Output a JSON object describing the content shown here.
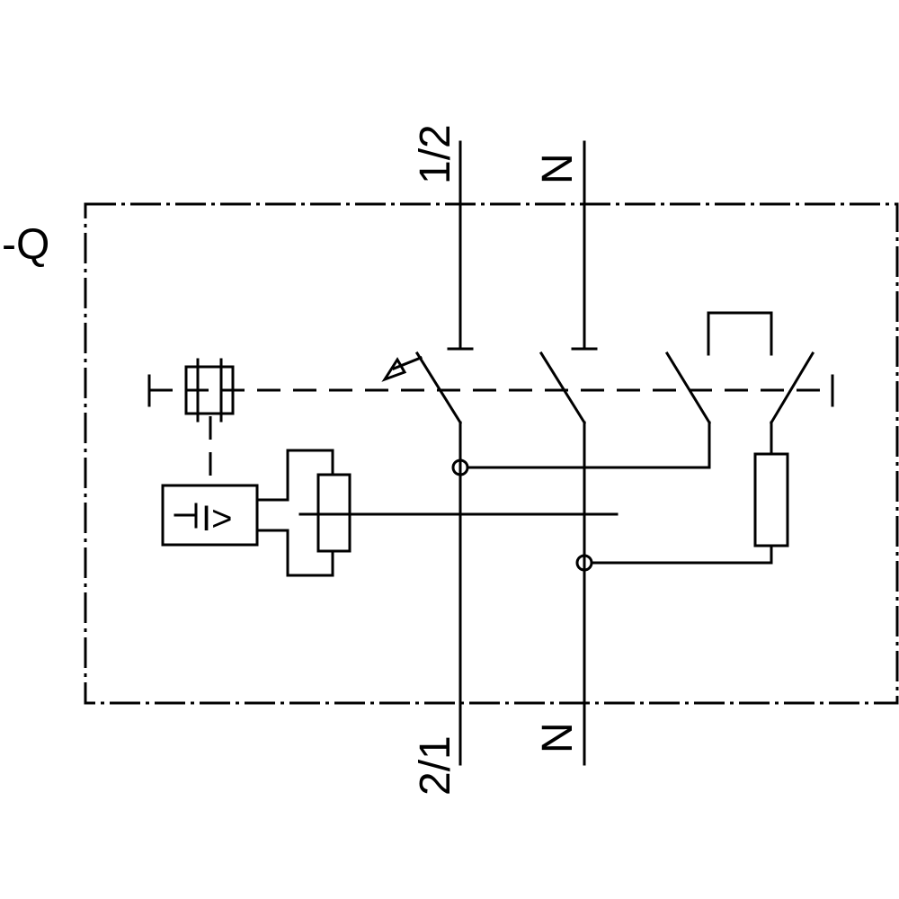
{
  "device": {
    "designation": "-Q"
  },
  "terminals": {
    "phase_in": "1/2",
    "neutral_in": "N",
    "phase_out": "2/1",
    "neutral_out": "N"
  },
  "tripping_unit": {
    "symbol_text": "I>"
  }
}
